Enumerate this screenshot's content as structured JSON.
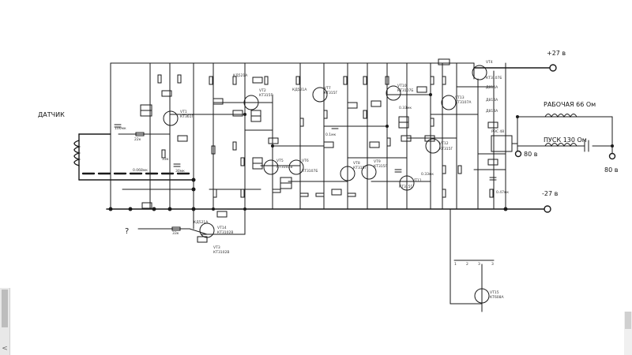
{
  "labels": {
    "supply_pos": "+27 в",
    "supply_neg": "-27 в",
    "sensor": "ДАТЧИК",
    "work_coil": "РАБОЧАЯ 66 Ом",
    "start_coil": "ПУСК  130 Ом",
    "out_80_mid": "80 в",
    "out_80_right": "80 в",
    "unknown_input": "?"
  },
  "transistors": [
    {
      "id": "VT1",
      "type": "КТ361Г"
    },
    {
      "id": "VT2",
      "type": "КТ315Г"
    },
    {
      "id": "VT3",
      "type": "КТ3102В"
    },
    {
      "id": "VT4",
      "type": "КТ3107Б"
    },
    {
      "id": "VT5",
      "type": "КТ3102В"
    },
    {
      "id": "VT6",
      "type": "КТ3107Б"
    },
    {
      "id": "VT7",
      "type": "КТ315Г"
    },
    {
      "id": "VT8",
      "type": "КТ315Г"
    },
    {
      "id": "VT9",
      "type": "КТ315Г"
    },
    {
      "id": "VT10",
      "type": "КТ3107Б"
    },
    {
      "id": "VT11",
      "type": "КТ315Г"
    },
    {
      "id": "VT12",
      "type": "КТ315Г"
    },
    {
      "id": "VT13",
      "type": "КТ3107А"
    },
    {
      "id": "VT14",
      "type": "КТ3102В"
    },
    {
      "id": "VT15",
      "type": "КТ608А"
    }
  ],
  "components": {
    "C1": "100мк",
    "C2": "0.068мк",
    "C3": "30мк",
    "C7": "0.1мк",
    "C8": "0.33мк",
    "C9": "0.33мк",
    "C10": "0.47мк",
    "R1": "22к",
    "R2": "33к",
    "R3": "33к",
    "VD1": "КД521А",
    "VD2": "КД521А",
    "VD3": "КД521А",
    "VD4": "Д814А",
    "VD5": "Д814А",
    "VD6": "Д814А",
    "K1": "РЭС 48",
    "SB1": "3"
  },
  "pins": [
    "1",
    "2",
    "3"
  ],
  "colors": {
    "wire": "#1a1a1a",
    "background": "#ffffff",
    "scrollbar": "#e8e8e8"
  }
}
